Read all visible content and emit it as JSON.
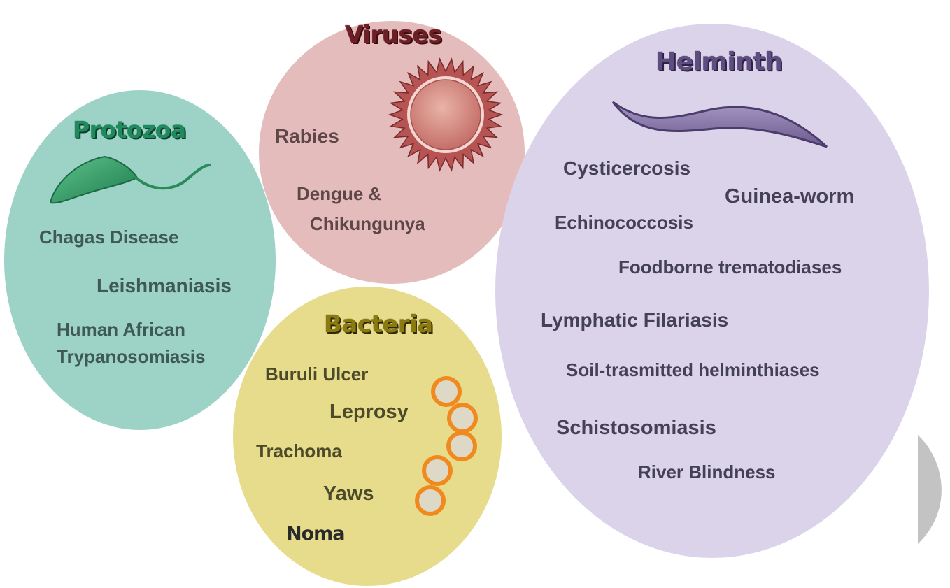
{
  "groups": {
    "protozoa": {
      "title": "Protozoa",
      "fill": "#9dd3c6",
      "items": [
        "Chagas Disease",
        "Leishmaniasis",
        "Human African",
        "Trypanosomiasis"
      ]
    },
    "viruses": {
      "title": "Viruses",
      "fill": "#e4bcbc",
      "items": [
        "Rabies",
        "Dengue &",
        "Chikungunya"
      ]
    },
    "bacteria": {
      "title": "Bacteria",
      "fill": "#e7dc8c",
      "items": [
        "Buruli Ulcer",
        "Leprosy",
        "Trachoma",
        "Yaws",
        "Noma"
      ]
    },
    "helminth": {
      "title": "Helminth",
      "fill": "#dad3ea",
      "items": [
        "Cysticercosis",
        "Guinea-worm",
        "Echinococcosis",
        "Foodborne trematodiases",
        "Lymphatic Filariasis",
        "Soil-trasmitted helminthiases",
        "Schistosomiasis",
        "River Blindness"
      ]
    }
  },
  "icons": [
    "protozoa-parasite-icon",
    "virus-icon",
    "bacteria-chain-icon",
    "helminth-worm-icon"
  ]
}
